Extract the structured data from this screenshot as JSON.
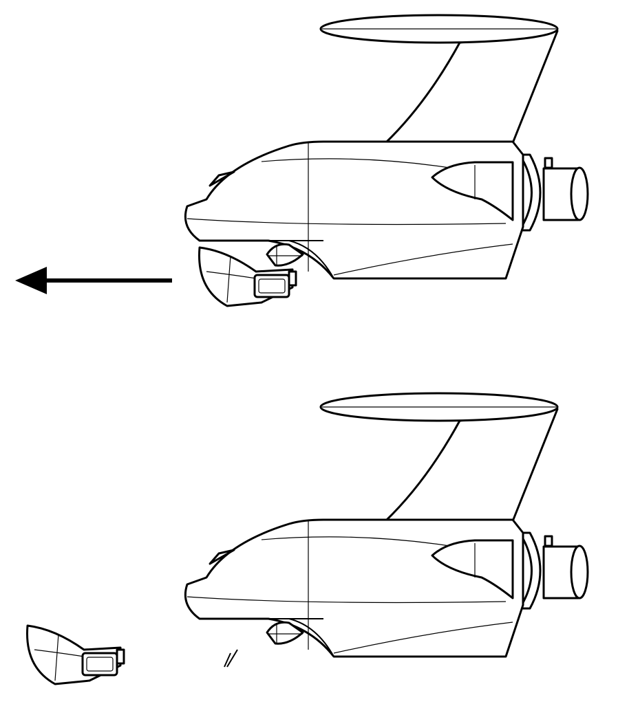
{
  "figure": {
    "views": [
      {
        "name": "assembled-view",
        "state": "nose cap attached, removal direction indicated"
      },
      {
        "name": "exploded-view",
        "state": "nose cap detached"
      }
    ],
    "arrow_direction": "left"
  },
  "colors": {
    "line": "#000000",
    "background": "#ffffff"
  }
}
